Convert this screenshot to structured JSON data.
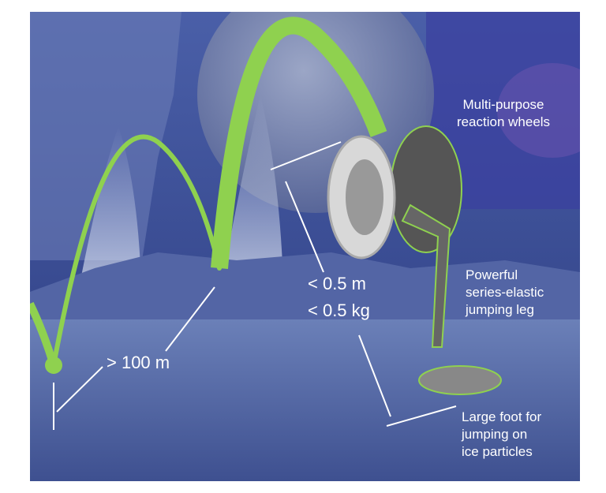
{
  "labels": {
    "wheels": [
      "Multi-purpose",
      "reaction wheels"
    ],
    "leg": [
      "Powerful",
      "series-elastic",
      "jumping leg"
    ],
    "foot": [
      "Large foot for",
      "jumping on",
      "ice particles"
    ],
    "distance": "> 100 m",
    "size": "< 0.5 m",
    "mass": "< 0.5 kg"
  },
  "colors": {
    "trajectory": "#8fd14f",
    "sky": "#3b4f9a",
    "ice": "#5f74b0"
  }
}
